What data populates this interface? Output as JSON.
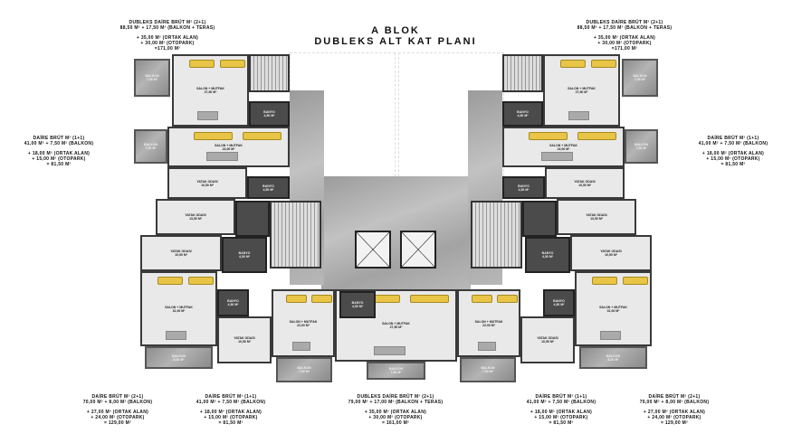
{
  "title": {
    "line1": "A BLOK",
    "line2": "DUBLEKS ALT KAT PLANI"
  },
  "area_blocks": {
    "top_left": [
      "DUBLEKS DAİRE BRÜT M² (2+1)",
      "88,50 M² + 17,50 M² (BALKON + TERAS)",
      "+ 35,00 M² (ORTAK ALAN)",
      "+ 30,00 M² (OTOPARK)",
      "=171,00 M²"
    ],
    "top_right": [
      "DUBLEKS DAİRE BRÜT M² (2+1)",
      "88,50 M² + 17,50 M² (BALKON + TERAS)",
      "+ 35,00 M² (ORTAK ALAN)",
      "+ 30,00 M² (OTOPARK)",
      "=171,00 M²"
    ],
    "mid_left": [
      "DAİRE BRÜT M² (1+1)",
      "41,00 M² + 7,50 M² (BALKON)",
      "+ 18,00 M² (ORTAK ALAN)",
      "+ 15,00 M² (OTOPARK)",
      "= 81,50 M²"
    ],
    "mid_right": [
      "DAİRE BRÜT M² (1+1)",
      "41,00 M² + 7,50 M² (BALKON)",
      "+ 18,00 M² (ORTAK ALAN)",
      "+ 15,00 M² (OTOPARK)",
      "= 81,50 M²"
    ],
    "bottom_1": [
      "DAİRE BRÜT M² (2+1)",
      "70,00 M² + 8,00 M² (BALKON)",
      "+ 27,00 M² (ORTAK ALAN)",
      "+ 24,00 M² (OTOPARK)",
      "= 129,00 M²"
    ],
    "bottom_2": [
      "DAİRE BRÜT M² (1+1)",
      "41,00 M² + 7,50 M² (BALKON)",
      "+ 18,00 M² (ORTAK ALAN)",
      "+ 15,00 M² (OTOPARK)",
      "= 81,50 M²"
    ],
    "bottom_3": [
      "DUBLEKS DAİRE BRÜT M² (2+1)",
      "79,00 M² + 17,00 M² (BALKON + TERAS)",
      "+ 35,00 M² (ORTAK ALAN)",
      "+ 30,00 M² (OTOPARK)",
      "= 161,00 M²"
    ],
    "bottom_4": [
      "DAİRE BRÜT M² (1+1)",
      "41,00 M² + 7,50 M² (BALKON)",
      "+ 18,00 M² (ORTAK ALAN)",
      "+ 15,00 M² (OTOPARK)",
      "= 81,50 M²"
    ],
    "bottom_5": [
      "DAİRE BRÜT M² (2+1)",
      "70,00 M² + 8,00 M² (BALKON)",
      "+ 27,00 M² (ORTAK ALAN)",
      "+ 24,00 M² (OTOPARK)",
      "= 129,00 M²"
    ]
  },
  "rooms": {
    "balkon_750": "BALKON\n7,50 M²",
    "balkon_800": "BALKON\n8,00 M²",
    "salon_2750": "SALON + MUTFAK\n27,50 M²",
    "salon_2400": "SALON + MUTFAK\n24,00 M²",
    "salon_3100": "SALON + MUTFAK\n31,00 M²",
    "salon_2200": "SALON + MUTFAK\n22,00 M²",
    "yatak_1050": "YATAK ODASI\n10,50 M²",
    "yatak_1350": "YATAK ODASI\n13,50 M²",
    "banyo": "BANYO\n4,50 M²"
  }
}
